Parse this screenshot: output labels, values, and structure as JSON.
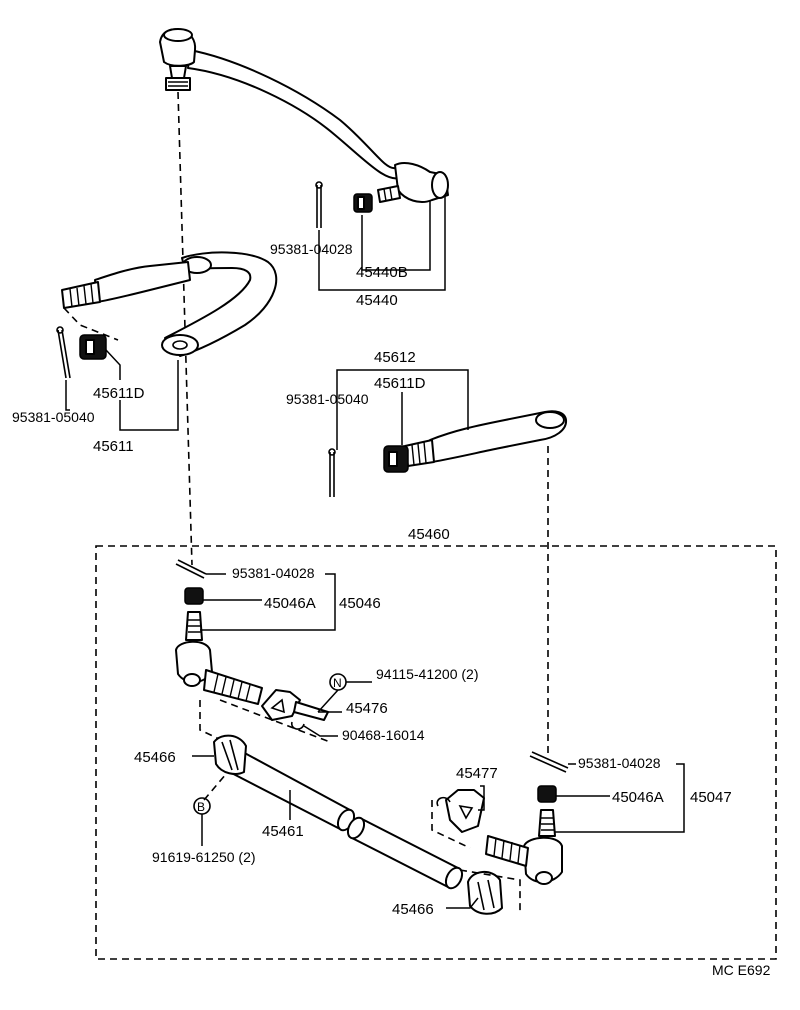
{
  "diagram": {
    "code": "MC E692",
    "labels": {
      "p95381_04028_top": "95381-04028",
      "p45440B": "45440B",
      "p45440": "45440",
      "p45611D_left": "45611D",
      "p95381_05040_left": "95381-05040",
      "p45611": "45611",
      "p45612": "45612",
      "p45611D_right": "45611D",
      "p95381_05040_right": "95381-05040",
      "p45460": "45460",
      "p95381_04028_a": "95381-04028",
      "p45046A": "45046A",
      "p45046": "45046",
      "p94115": "94115-41200 (2)",
      "p45476": "45476",
      "p90468": "90468-16014",
      "p45466_a": "45466",
      "p45461": "45461",
      "p91619": "91619-61250 (2)",
      "p95381_04028_b": "95381-04028",
      "p45477": "45477",
      "p45046A_b": "45046A",
      "p45047": "45047",
      "p45466_b": "45466"
    },
    "callouts": {
      "n": "N",
      "b": "B"
    }
  }
}
